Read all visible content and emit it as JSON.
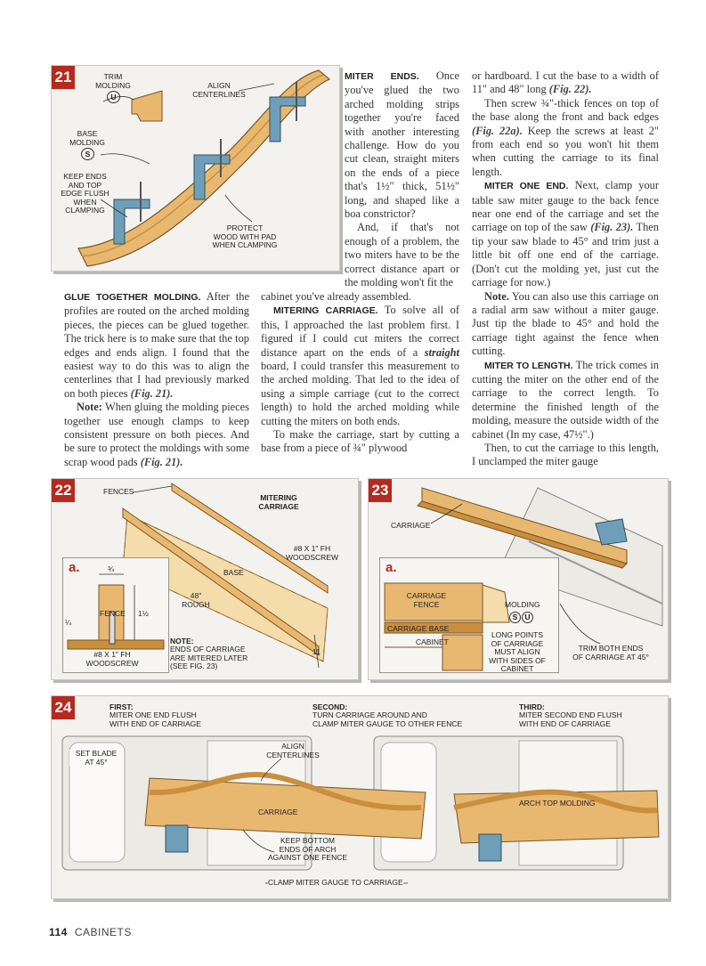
{
  "fig21": {
    "number": "21",
    "labels": {
      "trim_molding": "TRIM\nMOLDING",
      "u": "U",
      "align_centerlines": "ALIGN\nCENTERLINES",
      "base_molding": "BASE\nMOLDING",
      "s": "S",
      "keep_ends": "KEEP ENDS\nAND TOP\nEDGE FLUSH\nWHEN\nCLAMPING",
      "protect": "PROTECT\nWOOD WITH PAD\nWHEN CLAMPING"
    }
  },
  "col_mid_top": {
    "p1_head": "MITER ENDS.",
    "p1": " Once you've glued the two arched molding strips together you're faced with another interesting challenge. How do you cut clean, straight miters on the ends of a piece that's 1½\" thick, 51½\" long, and shaped like a boa constrictor?",
    "p2": "And, if that's not enough of a problem, the two miters have to be the correct distance apart or the molding won't fit the"
  },
  "col_left": {
    "p1_head": "GLUE TOGETHER MOLDING.",
    "p1": " After the profiles are routed on the arched molding pieces, the pieces can be glued together. The trick here is to make sure that the top edges and ends align. I found that the easiest way to do this was to align the centerlines that I had previously marked on both pieces ",
    "p1_ref": "(Fig. 21).",
    "p2_head": "Note:",
    "p2": " When gluing the molding pieces together use enough clamps to keep consistent pressure on both pieces. And be sure to protect the moldings with some scrap wood pads ",
    "p2_ref": "(Fig. 21)."
  },
  "col_mid_bottom": {
    "p1": "cabinet you've already assembled.",
    "p2_head": "MITERING CARRIAGE.",
    "p2a": " To solve all of this, I approached the last problem first. I figured if I could cut miters the correct distance apart on the ends of a ",
    "p2_em": "straight",
    "p2b": " board, I could transfer this measurement to the arched molding. That led to the idea of using a simple carriage (cut to the correct length) to hold the arched molding while cutting the miters on both ends.",
    "p3": "To make the carriage, start by cutting a base from a piece of ¾\" plywood"
  },
  "col_right": {
    "p1a": "or hardboard. I cut the base to a width of 11\" and 48\" long ",
    "p1_ref": "(Fig. 22).",
    "p2a": "Then screw ¾\"-thick fences on top of the base along the front and back edges ",
    "p2_ref": "(Fig. 22a).",
    "p2b": " Keep the screws at least 2\" from each end so you won't hit them when cutting the carriage to its final length.",
    "p3_head": "MITER ONE END.",
    "p3a": " Next, clamp your table saw miter gauge to the back fence near one end of the carriage and set the carriage on top of the saw ",
    "p3_ref": "(Fig. 23).",
    "p3b": " Then tip your saw blade to 45° and trim just a little bit off one end of the carriage. (Don't cut the molding yet, just cut the carriage for now.)",
    "p4_head": "Note.",
    "p4": " You can also use this carriage on a radial arm saw without a miter gauge. Just tip the blade to 45° and hold the carriage tight against the fence when cutting.",
    "p5_head": "MITER TO LENGTH.",
    "p5": " The trick comes in cutting the miter on the other end of the carriage to the correct length. To determine the finished length of the molding, measure the outside width of the cabinet (In my case, 47½\".)",
    "p6": "Then, to cut the carriage to this length, I unclamped the miter gauge"
  },
  "fig22": {
    "number": "22",
    "labels": {
      "fences": "FENCES",
      "mitering_carriage": "MITERING\nCARRIAGE",
      "screw": "#8 x 1\" Fh\nWOODSCREW",
      "base": "BASE",
      "rough": "48\"\nROUGH",
      "eleven": "11",
      "note_head": "NOTE:",
      "note": "ENDS OF CARRIAGE\nARE MITERED LATER\n(SEE FIG. 23)"
    },
    "inset": {
      "letter": "a.",
      "three_quarter": "¾",
      "fence": "FENCE",
      "one_half": "1½",
      "quarter": "¼",
      "screw": "#8 x 1\" Fh\nWOODSCREW"
    }
  },
  "fig23": {
    "number": "23",
    "labels": {
      "carriage": "CARRIAGE",
      "trim": "TRIM BOTH ENDS\nOF CARRIAGE AT 45°"
    },
    "inset": {
      "letter": "a.",
      "carriage_fence": "CARRIAGE\nFENCE",
      "molding": "MOLDING",
      "s": "S",
      "u": "U",
      "carriage_base": "CARRIAGE BASE",
      "cabinet": "CABINET",
      "long_points": "LONG POINTS\nOF CARRIAGE\nMUST ALIGN\nWITH SIDES OF\nCABINET"
    }
  },
  "fig24": {
    "number": "24",
    "steps": [
      {
        "head": "FIRST:",
        "text": "MITER ONE END FLUSH\nWITH END OF CARRIAGE"
      },
      {
        "head": "SECOND:",
        "text": "TURN CARRIAGE AROUND AND\nCLAMP MITER GAUGE TO OTHER FENCE"
      },
      {
        "head": "THIRD:",
        "text": "MITER SECOND END FLUSH\nWITH END OF CARRIAGE"
      }
    ],
    "labels": {
      "set_blade": "SET BLADE\nAT 45°",
      "align": "ALIGN\nCENTERLINES",
      "carriage": "CARRIAGE",
      "keep_bottom": "KEEP BOTTOM\nENDS OF ARCH\nAGAINST ONE FENCE",
      "clamp": "CLAMP MITER GAUGE TO CARRIAGE",
      "arch_top": "ARCH TOP MOLDING"
    }
  },
  "footer": {
    "page": "114",
    "section": "CABINETS"
  },
  "colors": {
    "accent_red": "#b52a1e",
    "wood": "#e8b870",
    "wood_dark": "#c98f3e",
    "clamp_blue": "#6f9fb8"
  }
}
